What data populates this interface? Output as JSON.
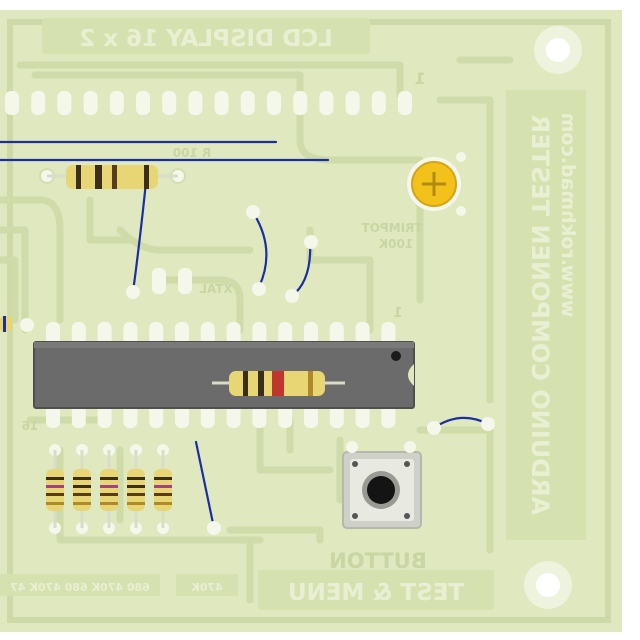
{
  "board": {
    "title_lcd": "LCD DISPLAY 16 x 2",
    "side_text": "ARDUINO COMPONEN TESTER",
    "url": "www.rokhmad.com",
    "button_label": "TEST & MENU",
    "button_caption": "BUTTON",
    "trimpot_label": "TRIMPOT",
    "trimpot_value": "100K",
    "xtal_label": "XTAL",
    "resistor_label": "R 100",
    "pin1_top": "1",
    "pin1_ic": "1",
    "ic_pin_label": "16",
    "resistor_values": [
      "680",
      "470K",
      "680",
      "470K",
      "47"
    ],
    "resistor_values_right": "470K"
  },
  "colors": {
    "board": "#dfe8bf",
    "silkscreen": "#c9d6a2",
    "pad": "#f4f7ea",
    "wire": "#1a2fa0",
    "ic_body": "#6b6b6b",
    "trimpot": "#f2c21b"
  }
}
